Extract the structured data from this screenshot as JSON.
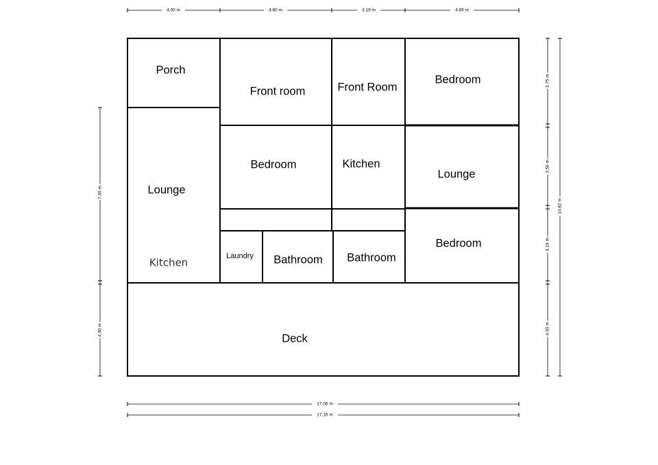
{
  "rooms": {
    "porch": "Porch",
    "lounge_left": "Lounge",
    "kitchen_left": "Kitchen",
    "front_room_1": "Front room",
    "front_room_2": "Front Room",
    "bedroom_mid": "Bedroom",
    "kitchen_mid": "Kitchen",
    "laundry": "Laundry",
    "bathroom_1": "Bathroom",
    "bathroom_2": "Bathroom",
    "bedroom_top_right": "Bedroom",
    "lounge_right": "Lounge",
    "bedroom_bottom_right": "Bedroom",
    "deck": "Deck"
  },
  "dimensions": {
    "top": [
      "4.00 m",
      "4.80 m",
      "3.19 m",
      "4.89 m"
    ],
    "left": [
      "7.65 m",
      "4.00 m"
    ],
    "right_segments": [
      "3.75 m",
      "3.56 m",
      "3.19 m",
      "4.03 m"
    ],
    "right_total": "14.82 m",
    "bottom_inner": "17.06 m",
    "bottom_outer": "17.16 m"
  }
}
